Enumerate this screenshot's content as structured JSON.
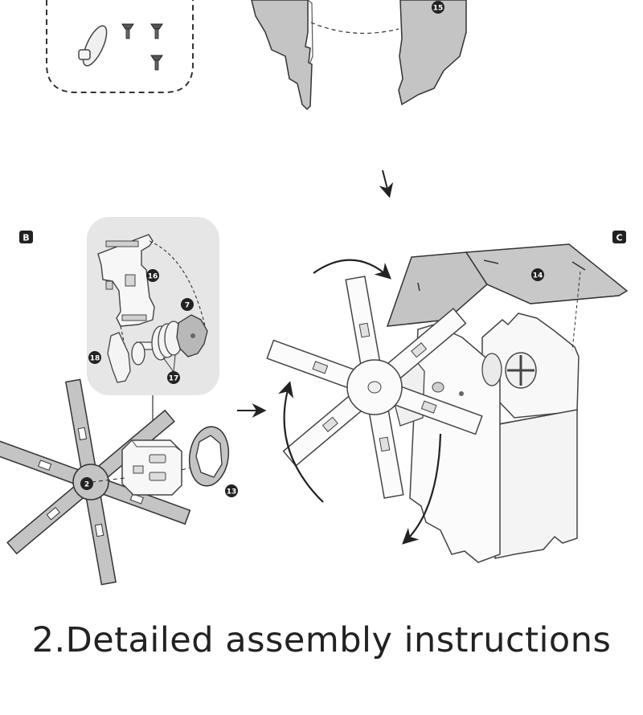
{
  "step_badges": {
    "b": "B",
    "c": "C"
  },
  "part_numbers": {
    "p15": "15",
    "p16": "16",
    "p7": "7",
    "p18": "18",
    "p17": "17",
    "p2": "2",
    "p13": "13",
    "p14": "14"
  },
  "caption": "2.Detailed assembly instructions",
  "colors": {
    "panel_gray": "#c4c4c4",
    "callout_bg": "#e6e6e6",
    "line": "#3a3a3a",
    "badge_bg": "#222222"
  }
}
